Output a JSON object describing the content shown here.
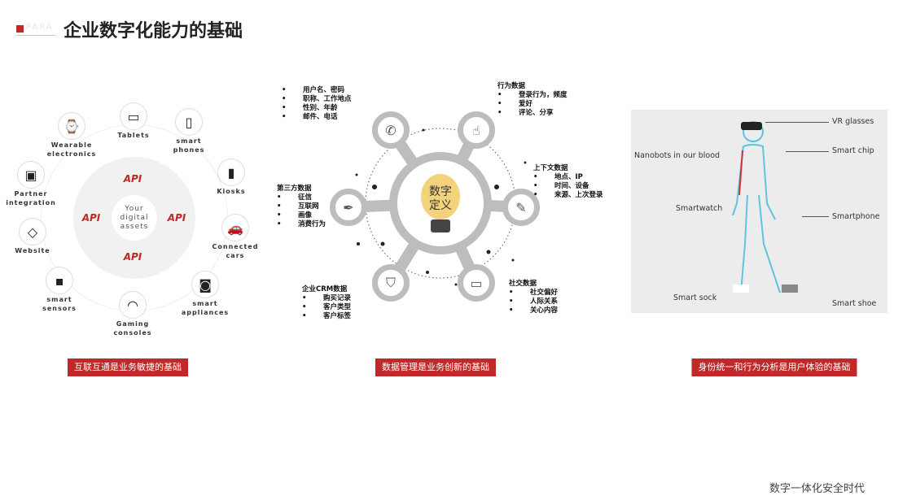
{
  "header": {
    "title": "企业数字化能力的基础",
    "ghost": "PARA"
  },
  "left": {
    "center": [
      "Your",
      "digital",
      "assets"
    ],
    "api": "API",
    "items": [
      {
        "label": "Tablets",
        "icon": "tablet-icon"
      },
      {
        "label": "smart\nphones",
        "icon": "smartphone-icon"
      },
      {
        "label": "Kiosks",
        "icon": "kiosk-icon"
      },
      {
        "label": "Connected\ncars",
        "icon": "car-icon"
      },
      {
        "label": "smart\nappliances",
        "icon": "washing-machine-icon"
      },
      {
        "label": "Gaming\nconsoles",
        "icon": "gauge-icon"
      },
      {
        "label": "smart\nsensors",
        "icon": "sensor-icon"
      },
      {
        "label": "Website",
        "icon": "website-icon"
      },
      {
        "label": "Partner\nintegration",
        "icon": "devices-icon"
      },
      {
        "label": "Wearable\nelectronics",
        "icon": "watch-icon"
      }
    ],
    "caption": "互联互通是业务敏捷的基础"
  },
  "middle": {
    "center": "数字\n定义",
    "blocks": [
      {
        "title": "",
        "items": [
          "用户名、密码",
          "职称、工作地点",
          "性别、年龄",
          "邮件、电话"
        ]
      },
      {
        "title": "行为数据",
        "items": [
          "登录行为，频度",
          "爱好",
          "评论、分享"
        ]
      },
      {
        "title": "上下文数据",
        "items": [
          "地点、IP",
          "时间、设备",
          "来源、上次登录"
        ]
      },
      {
        "title": "社交数据",
        "items": [
          "社交偏好",
          "人际关系",
          "关心内容"
        ]
      },
      {
        "title": "企业CRM数据",
        "items": [
          "购买记录",
          "客户类型",
          "客户标签"
        ]
      },
      {
        "title": "第三方数据",
        "items": [
          "征信",
          "互联网",
          "画像",
          "消费行为"
        ]
      }
    ],
    "caption": "数据管理是业务创新的基础"
  },
  "right": {
    "labels": {
      "vr": "VR glasses",
      "nano": "Nanobots in our blood",
      "chip": "Smart chip",
      "watch": "Smartwatch",
      "phone": "Smartphone",
      "sock": "Smart sock",
      "shoe": "Smart shoe"
    },
    "caption": "身份统一和行为分析是用户体验的基础"
  },
  "footer": {
    "watermark": "数字一体化安全时代"
  }
}
